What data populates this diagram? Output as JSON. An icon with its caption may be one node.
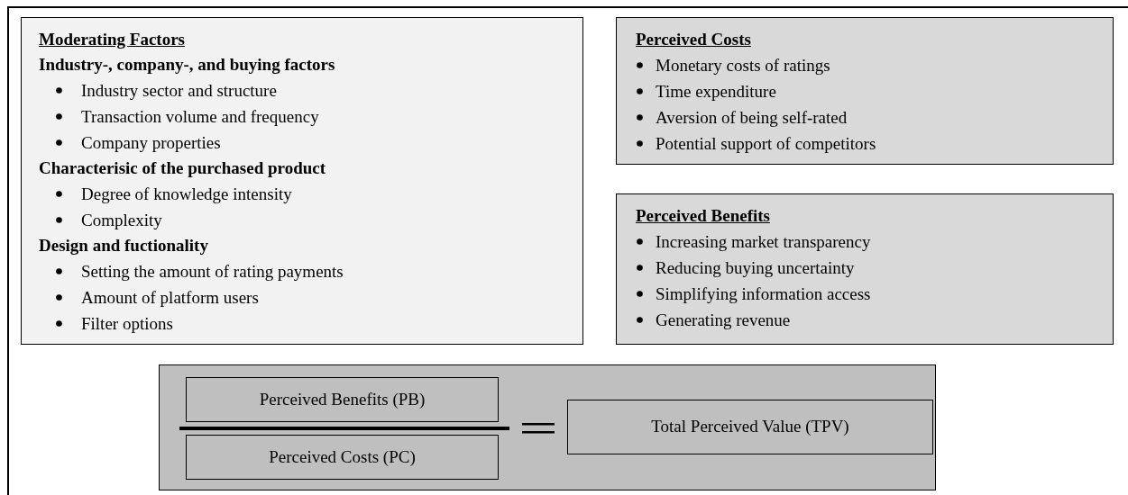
{
  "diagram": {
    "nodes": [
      {
        "text": [
          "Moderating Factors",
          "Industry-, company-, and buying factors",
          "Industry sector and structure",
          "Transaction volume and frequency",
          "Company properties",
          "Characterisic of the purchased product",
          "Degree of knowledge intensity",
          "Complexity",
          "Design and fuctionality",
          "Setting the amount of rating payments",
          "Amount of platform users",
          "Filter options"
        ]
      },
      {
        "text": [
          "Perceived Costs",
          "Monetary costs of ratings",
          "Time expenditure",
          "Aversion of being self-rated",
          "Potential support of competitors"
        ]
      },
      {
        "text": [
          "Perceived Benefits",
          "Increasing market transparency",
          "Reducing buying uncertainty",
          "Simplifying information access",
          "Generating revenue"
        ]
      },
      {
        "text": [],
        "shape": "box"
      },
      {
        "text": [
          "Perceived Benefits (PB)"
        ],
        "in": 3
      },
      {
        "text": [
          "Perceived Costs (PC)"
        ],
        "in": 3
      },
      {
        "text": [
          "Total Perceived Value (TPV)"
        ],
        "in": 3
      }
    ]
  }
}
